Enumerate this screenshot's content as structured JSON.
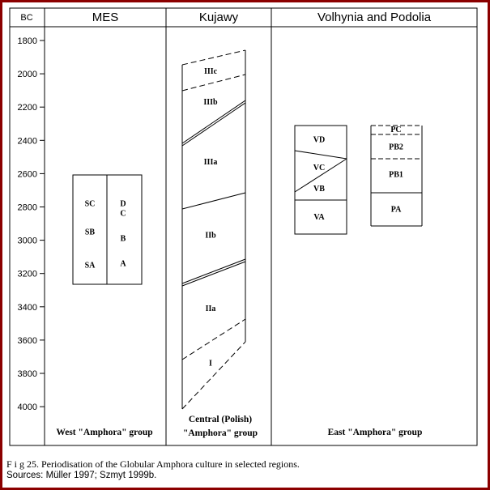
{
  "axis": {
    "unit_label": "BC",
    "ticks": [
      1800,
      2000,
      2200,
      2400,
      2600,
      2800,
      3000,
      3200,
      3400,
      3600,
      3800,
      4000
    ]
  },
  "columns": {
    "mes": "MES",
    "kujawy": "Kujawy",
    "volhynia": "Volhynia and Podolia"
  },
  "groups": {
    "west": "West \"Amphora\" group",
    "central_line1": "Central (Polish)",
    "central_line2": "\"Amphora\" group",
    "east": "East \"Amphora\" group"
  },
  "mes_phases": {
    "left": [
      {
        "label": "SC",
        "year": 2780
      },
      {
        "label": "SB",
        "year": 2950
      },
      {
        "label": "SA",
        "year": 3150
      }
    ],
    "right": [
      {
        "label": "D",
        "year": 2780
      },
      {
        "label": "C",
        "year": 2840
      },
      {
        "label": "B",
        "year": 2990
      },
      {
        "label": "A",
        "year": 3140
      }
    ]
  },
  "kujawy_phases": [
    {
      "label": "IIIc",
      "year": 1985
    },
    {
      "label": "IIIb",
      "year": 2170
    },
    {
      "label": "IIIa",
      "year": 2530
    },
    {
      "label": "IIb",
      "year": 2970
    },
    {
      "label": "IIa",
      "year": 3410
    },
    {
      "label": "I",
      "year": 3740
    }
  ],
  "volhynia_v": [
    {
      "label": "VD",
      "year": 2395
    },
    {
      "label": "VC",
      "year": 2565
    },
    {
      "label": "VB",
      "year": 2690
    },
    {
      "label": "VA",
      "year": 2860
    }
  ],
  "volhynia_p": [
    {
      "label": "PC",
      "year": 2335
    },
    {
      "label": "PB2",
      "year": 2440
    },
    {
      "label": "PB1",
      "year": 2605
    },
    {
      "label": "PA",
      "year": 2815
    }
  ],
  "caption": {
    "figure": "F i g 25. Periodisation of the Globular Amphora culture in selected regions.",
    "sources": "Sources: Müller 1997; Szmyt 1999b."
  }
}
